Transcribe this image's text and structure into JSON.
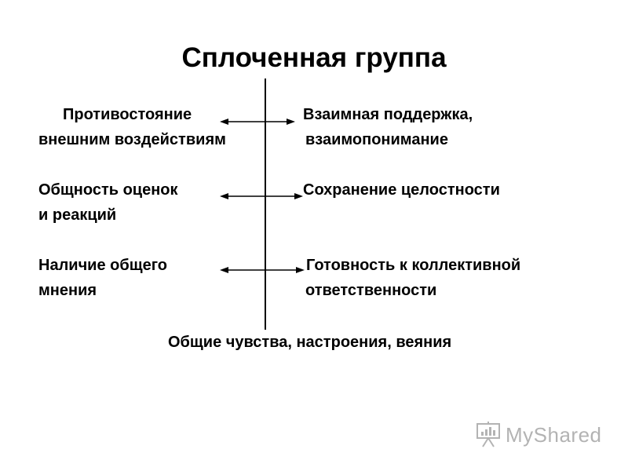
{
  "title": "Сплоченная группа",
  "left": {
    "item1_line1": "Противостояние",
    "item1_line2": "внешним воздействиям",
    "item2_line1": "Общность оценок",
    "item2_line2": "и реакций",
    "item3_line1": "Наличие общего",
    "item3_line2": "мнения"
  },
  "right": {
    "item1_line1": "Взаимная поддержка,",
    "item1_line2": "взаимопонимание",
    "item2_line1": "Сохранение целостности",
    "item3_line1": "Готовность к коллективной",
    "item3_line2": "ответственности"
  },
  "bottom": "Общие чувства, настроения, веяния",
  "watermark": "MyShared",
  "colors": {
    "text": "#000000",
    "line": "#000000",
    "watermark": "#9a9a9a"
  }
}
